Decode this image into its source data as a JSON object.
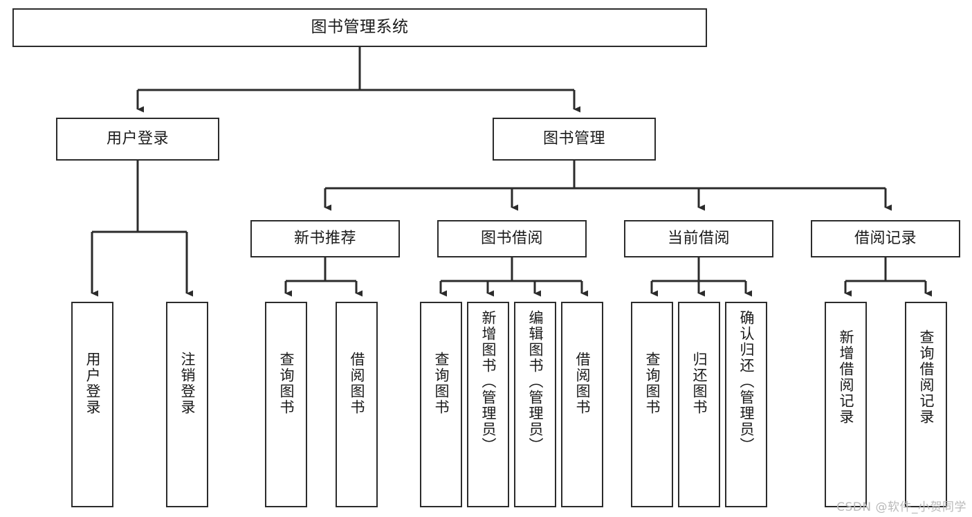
{
  "diagram": {
    "type": "tree-hierarchy",
    "title": "图书管理系统",
    "watermark": "CSDN @软件_小贺同学",
    "colors": {
      "border": "#2b2b2b",
      "background": "#ffffff",
      "text": "#1a1a1a",
      "connector": "#2b2b2b",
      "watermark": "#b9b9b9"
    },
    "levels": {
      "root": {
        "label": "图书管理系统"
      },
      "level2": [
        {
          "id": "user-login",
          "label": "用户登录"
        },
        {
          "id": "book-management",
          "label": "图书管理"
        }
      ],
      "level3": [
        {
          "id": "new-book-recommend",
          "label": "新书推荐",
          "parent": "book-management"
        },
        {
          "id": "book-borrow",
          "label": "图书借阅",
          "parent": "book-management"
        },
        {
          "id": "current-borrow",
          "label": "当前借阅",
          "parent": "book-management"
        },
        {
          "id": "borrow-record",
          "label": "借阅记录",
          "parent": "book-management"
        }
      ],
      "leaves": [
        {
          "id": "leaf-user-login",
          "label": "用户登录",
          "parent": "user-login"
        },
        {
          "id": "leaf-logout",
          "label": "注销登录",
          "parent": "user-login"
        },
        {
          "id": "leaf-query-book-1",
          "label": "查询图书",
          "parent": "new-book-recommend"
        },
        {
          "id": "leaf-borrow-book-1",
          "label": "借阅图书",
          "parent": "new-book-recommend"
        },
        {
          "id": "leaf-query-book-2",
          "label": "查询图书",
          "parent": "book-borrow"
        },
        {
          "id": "leaf-add-book",
          "label": "新增图书（管理员）",
          "parent": "book-borrow"
        },
        {
          "id": "leaf-edit-book",
          "label": "编辑图书（管理员）",
          "parent": "book-borrow"
        },
        {
          "id": "leaf-borrow-book-2",
          "label": "借阅图书",
          "parent": "book-borrow"
        },
        {
          "id": "leaf-query-book-3",
          "label": "查询图书",
          "parent": "current-borrow"
        },
        {
          "id": "leaf-return-book",
          "label": "归还图书",
          "parent": "current-borrow"
        },
        {
          "id": "leaf-confirm-return",
          "label": "确认归还（管理员）",
          "parent": "current-borrow"
        },
        {
          "id": "leaf-add-record",
          "label": "新增借阅记录",
          "parent": "borrow-record"
        },
        {
          "id": "leaf-query-record",
          "label": "查询借阅记录",
          "parent": "borrow-record"
        }
      ]
    }
  }
}
